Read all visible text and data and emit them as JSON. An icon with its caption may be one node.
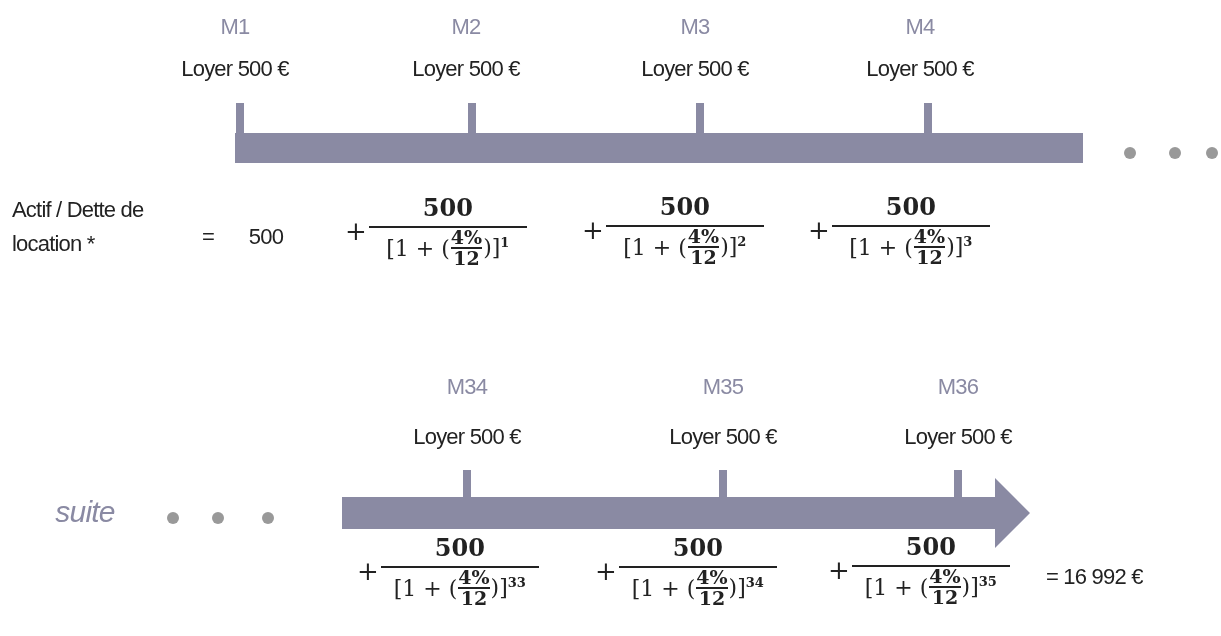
{
  "diagram": {
    "labels": [
      "M1",
      "Loyer 500 €",
      "M2",
      "Loyer 500 €",
      "M3",
      "Loyer 500 €",
      "M4",
      "Loyer 500 €",
      "Actif / Dette de location *",
      "=",
      "500",
      "+",
      "500",
      "[1 + (",
      "4%",
      "12",
      ")]$^{1}$",
      "+",
      "500",
      "[1 + (",
      "4%",
      "12",
      ")]$^{2}$",
      "+",
      "500",
      "[1 + (",
      "4%",
      "12",
      ")]$^{3}$",
      "M34",
      "Loyer 500 €",
      "M35",
      "Loyer 500 €",
      "M36",
      "Loyer 500 €",
      "suite",
      "+",
      "500",
      "[1 + (",
      "4%",
      "12",
      ")]$^{33}$",
      "+",
      "500",
      "[1 + (",
      "4%",
      "12",
      ")]$^{34}$",
      "+",
      "500",
      "[1 + (",
      "4%",
      "12",
      ")]$^{35}$",
      "= 16 992 €"
    ]
  }
}
